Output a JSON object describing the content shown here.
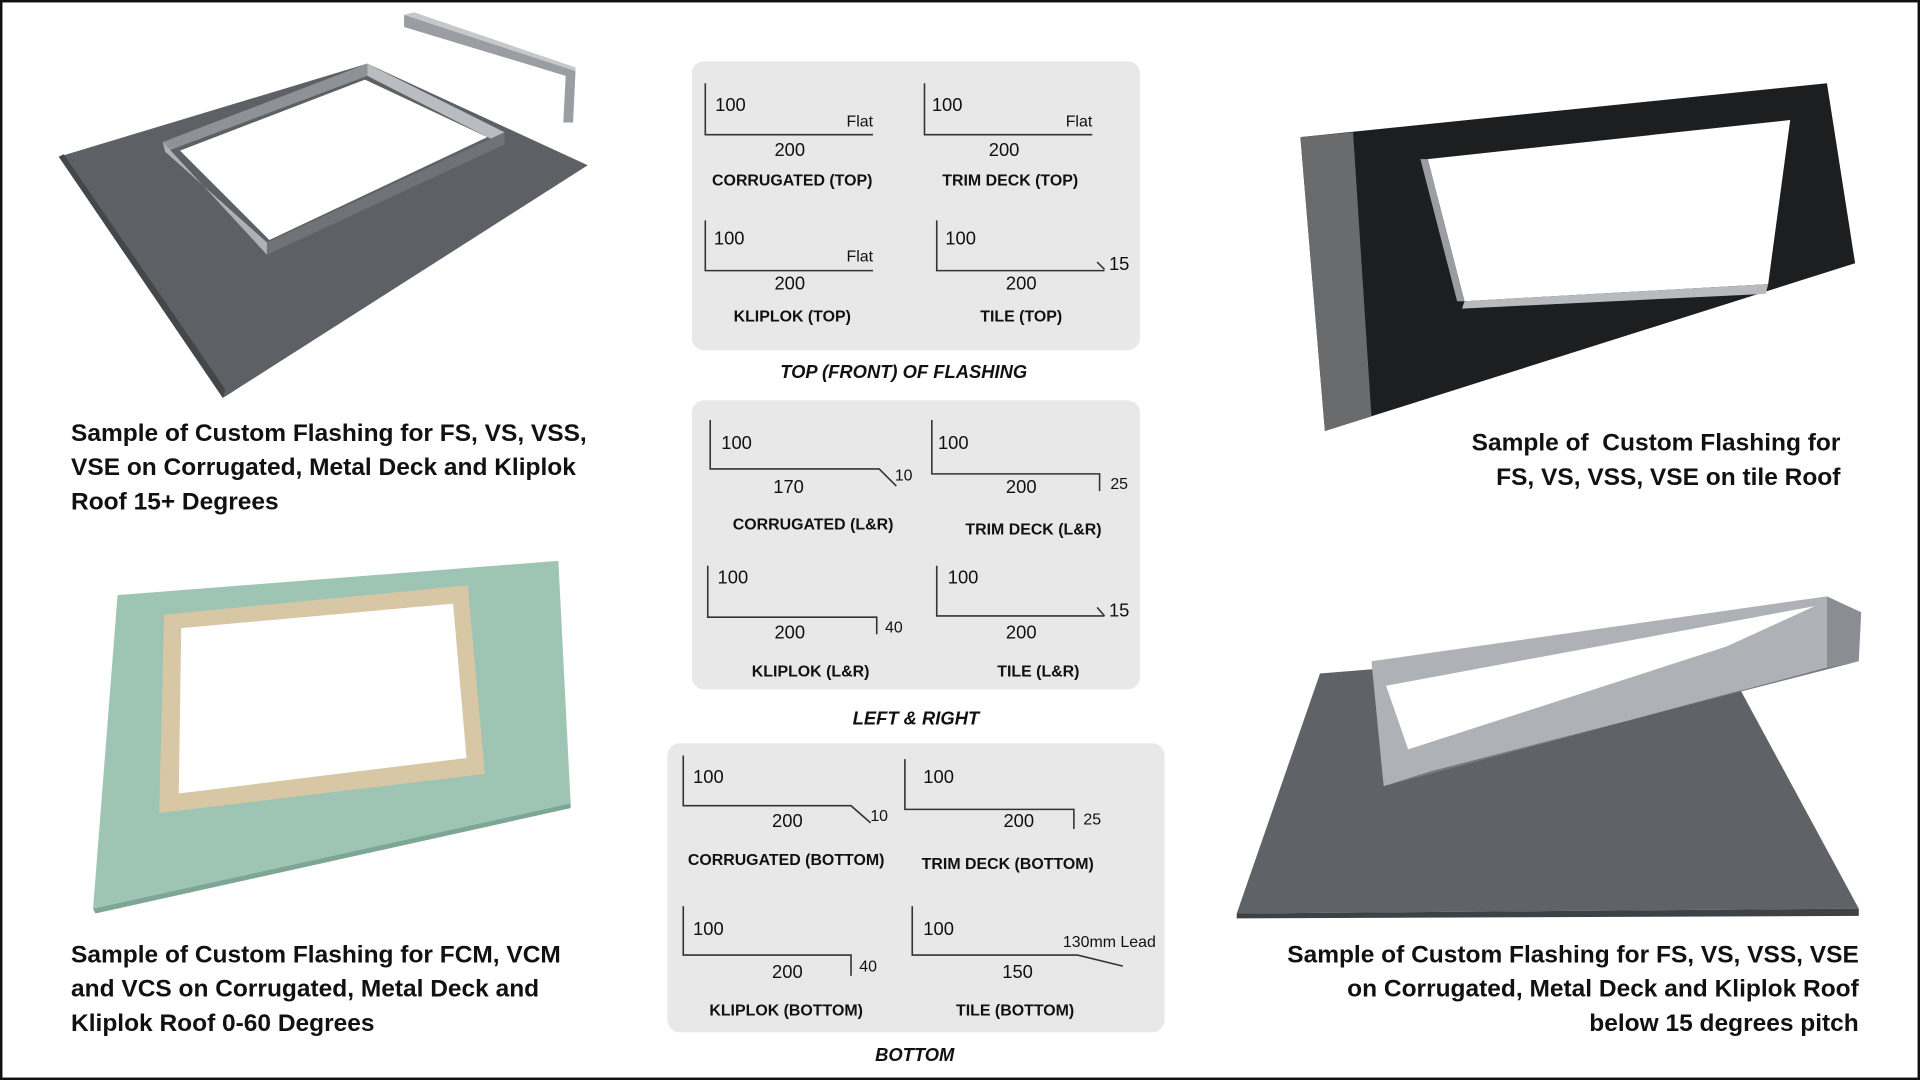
{
  "sections": {
    "top": {
      "title": "TOP (FRONT) OF FLASHING",
      "diagrams": [
        {
          "name": "CORRUGATED (TOP)",
          "height": "100",
          "length": "200",
          "end": "Flat"
        },
        {
          "name": "TRIM DECK (TOP)",
          "height": "100",
          "length": "200",
          "end": "Flat"
        },
        {
          "name": "KLIPLOK (TOP)",
          "height": "100",
          "length": "200",
          "end": "Flat"
        },
        {
          "name": "TILE (TOP)",
          "height": "100",
          "length": "200",
          "end": "15"
        }
      ]
    },
    "sides": {
      "title": "LEFT & RIGHT",
      "diagrams": [
        {
          "name": "CORRUGATED (L&R)",
          "height": "100",
          "length": "170",
          "end": "10"
        },
        {
          "name": "TRIM DECK (L&R)",
          "height": "100",
          "length": "200",
          "end": "25"
        },
        {
          "name": "KLIPLOK (L&R)",
          "height": "100",
          "length": "200",
          "end": "40"
        },
        {
          "name": "TILE (L&R)",
          "height": "100",
          "length": "200",
          "end": "15"
        }
      ]
    },
    "bottom": {
      "title": "BOTTOM",
      "diagrams": [
        {
          "name": "CORRUGATED (BOTTOM)",
          "height": "100",
          "length": "200",
          "end": "10"
        },
        {
          "name": "TRIM DECK (BOTTOM)",
          "height": "100",
          "length": "200",
          "end": "25"
        },
        {
          "name": "KLIPLOK (BOTTOM)",
          "height": "100",
          "length": "200",
          "end": "40"
        },
        {
          "name": "TILE (BOTTOM)",
          "height": "100",
          "length": "150",
          "end": "130mm Lead"
        }
      ]
    }
  },
  "captions": {
    "top_left": [
      "Sample of Custom Flashing for FS, VS, VSS,",
      "VSE on Corrugated, Metal Deck and Kliplok",
      "Roof 15+ Degrees"
    ],
    "top_right": [
      "Sample of  Custom Flashing for",
      "FS, VS, VSS, VSE on tile Roof"
    ],
    "bottom_left": [
      "Sample of Custom Flashing for FCM, VCM",
      "and VCS on Corrugated, Metal Deck and",
      "Kliplok Roof 0-60 Degrees"
    ],
    "bottom_right": [
      "Sample of Custom Flashing for FS, VS, VSS, VSE",
      "on Corrugated, Metal Deck and Kliplok Roof",
      "below 15 degrees pitch"
    ]
  },
  "colors": {
    "panel": "#e8e8e9",
    "line": "#333333"
  }
}
